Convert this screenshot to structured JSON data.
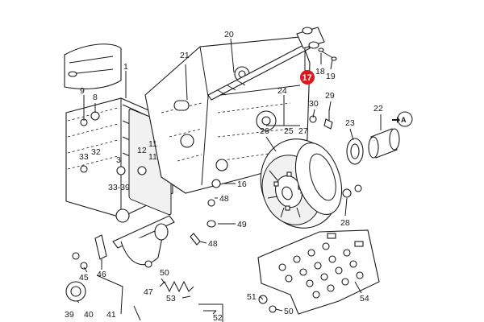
{
  "highlight": {
    "label": "17",
    "color": "#d71920"
  },
  "view_marker": {
    "label": "A",
    "icon": "arrow-right-circle-icon"
  },
  "callouts": {
    "c1": "1",
    "c3": "3",
    "c8": "8",
    "c9": "9",
    "c11a": "11",
    "c11b": "11",
    "c12": "12",
    "c16": "16",
    "c18": "18",
    "c19": "19",
    "c20": "20",
    "c21": "21",
    "c22": "22",
    "c23": "23",
    "c24": "24",
    "c25": "25",
    "c26": "26",
    "c27": "27",
    "c28": "28",
    "c29": "29",
    "c30": "30",
    "c32": "32",
    "c33": "33",
    "c3339": "33-39",
    "c39": "39",
    "c40": "40",
    "c41": "41",
    "c45": "45",
    "c46": "46",
    "c47": "47",
    "c48a": "48",
    "c48b": "48",
    "c49": "49",
    "c50": "50",
    "c51": "51",
    "c52": "52",
    "c53": "53",
    "c54": "54"
  }
}
